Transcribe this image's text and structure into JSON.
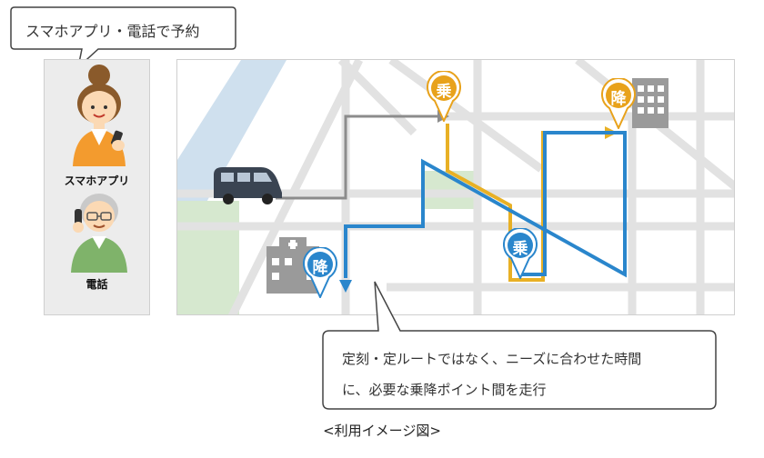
{
  "speech_bubble": {
    "text": "スマホアプリ・電話で予約"
  },
  "left_panel": {
    "app_label": "スマホアプリ",
    "phone_label": "電話"
  },
  "map": {
    "markers": [
      {
        "kind": "pickup",
        "glyph": "乗",
        "color": "#e8a21b"
      },
      {
        "kind": "dropoff",
        "glyph": "降",
        "color": "#e8a21b"
      },
      {
        "kind": "pickup",
        "glyph": "乗",
        "color": "#2a86cc"
      },
      {
        "kind": "dropoff",
        "glyph": "降",
        "color": "#2a86cc"
      }
    ],
    "colors": {
      "blue_route": "#2a86cc",
      "yellow_route": "#e8b025",
      "gray_route": "#8c8c8c",
      "park": "#d6e8cf",
      "river": "#cfe0ee",
      "road": "#e2e2e2"
    }
  },
  "callout": {
    "line1": "定刻・定ルートではなく、ニーズに合わせた時間",
    "line2": "に、必要な乗降ポイント間を走行"
  },
  "caption": "<利用イメージ図>"
}
